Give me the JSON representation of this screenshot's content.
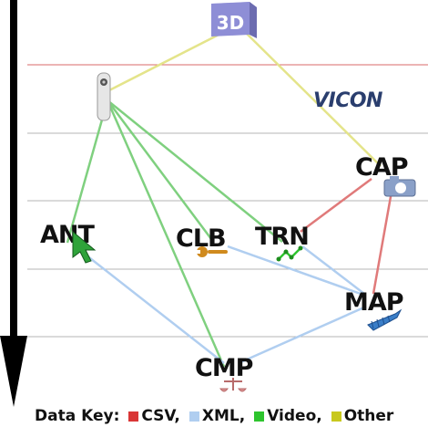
{
  "nodes": {
    "three_d": {
      "label": "3D"
    },
    "vicon": {
      "label": "VICON"
    },
    "cap": {
      "label": "CAP",
      "icon": "camera-icon"
    },
    "ant": {
      "label": "ANT",
      "icon": "cursor-arrow-icon"
    },
    "clb": {
      "label": "CLB",
      "icon": "wrench-icon"
    },
    "trn": {
      "label": "TRN",
      "icon": "graph-line-icon"
    },
    "map": {
      "label": "MAP",
      "icon": "map-arrow-icon"
    },
    "cmp": {
      "label": "CMP",
      "icon": "balance-scale-icon"
    },
    "camera_device": {
      "icon": "handheld-camera-icon"
    }
  },
  "legend": {
    "title": "Data Key:",
    "items": [
      {
        "label": "CSV,",
        "color": "#d93636"
      },
      {
        "label": "XML,",
        "color": "#b0cef0"
      },
      {
        "label": "Video,",
        "color": "#2ec42e"
      },
      {
        "label": "Other",
        "color": "#c8c81e"
      }
    ]
  },
  "colors": {
    "csv": "#e07a7a",
    "xml": "#b0cef0",
    "video": "#7fd07f",
    "other": "#e4e48a",
    "timeline_arrow": "#000000",
    "red_rule": "#d86a6a",
    "grey_rule": "#b4b4b4"
  }
}
